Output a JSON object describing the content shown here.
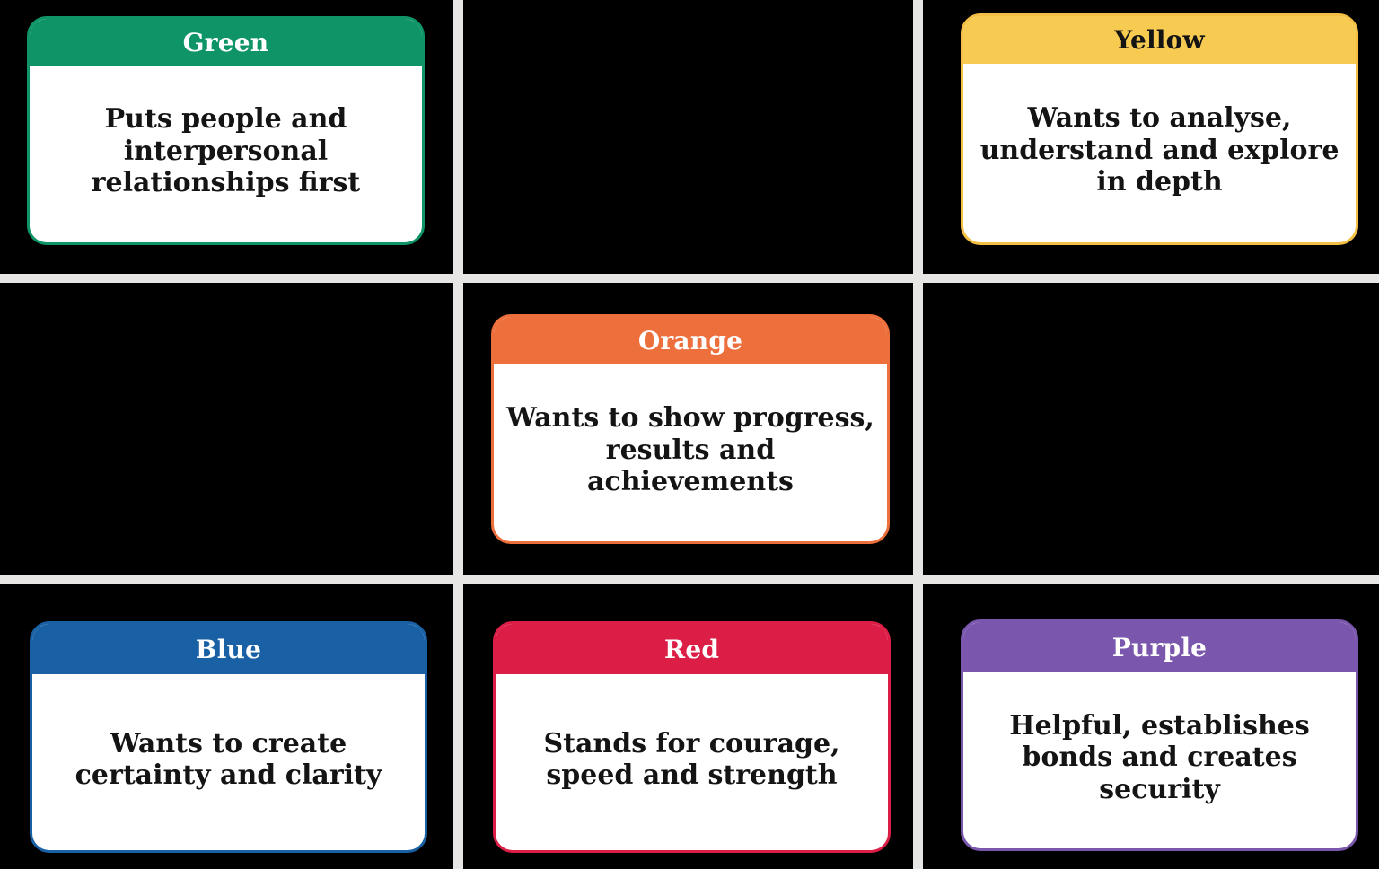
{
  "layout": {
    "background_color": "#000000",
    "grid_line_color": "#E7E6E5",
    "rows": 3,
    "columns": 3
  },
  "cards": [
    {
      "id": "green",
      "title": "Green",
      "description": "Puts people and interpersonal relationships first",
      "accent_color": "#0F9468",
      "title_color": "#FFFFFF",
      "body_color": "#141414",
      "grid_position": "row-1-col-1"
    },
    {
      "id": "yellow",
      "title": "Yellow",
      "description": "Wants to analyse, understand and explore in depth",
      "accent_color": "#F7CB51",
      "title_color": "#141414",
      "body_color": "#141414",
      "grid_position": "row-1-col-3"
    },
    {
      "id": "orange",
      "title": "Orange",
      "description": "Wants to show progress, results and achievements",
      "accent_color": "#EC6F3C",
      "title_color": "#FFFFFF",
      "body_color": "#141414",
      "grid_position": "row-2-col-2"
    },
    {
      "id": "blue",
      "title": "Blue",
      "description": "Wants to create certainty and clarity",
      "accent_color": "#1960A5",
      "title_color": "#FFFFFF",
      "body_color": "#141414",
      "grid_position": "row-3-col-1"
    },
    {
      "id": "red",
      "title": "Red",
      "description": "Stands for courage, speed and strength",
      "accent_color": "#DC1E47",
      "title_color": "#FFFFFF",
      "body_color": "#141414",
      "grid_position": "row-3-col-2"
    },
    {
      "id": "purple",
      "title": "Purple",
      "description": "Helpful, establishes bonds and creates security",
      "accent_color": "#7A57AD",
      "title_color": "#FFFFFF",
      "body_color": "#141414",
      "grid_position": "row-3-col-3"
    }
  ],
  "empty_cells": [
    "row-1-col-2",
    "row-2-col-1",
    "row-2-col-3"
  ]
}
